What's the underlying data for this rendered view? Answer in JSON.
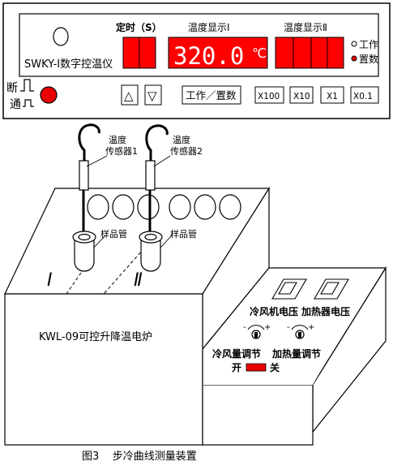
{
  "controller": {
    "timer_label": "定时（S）",
    "temp1_label": "温度显示Ⅰ",
    "temp2_label": "温度显示Ⅱ",
    "temp1_value": "320.0",
    "temp1_unit": "℃",
    "model_label": "SWKY-Ⅰ数字控温仪",
    "mode_work": "工作",
    "mode_set": "置数",
    "switch_off": "断",
    "switch_on": "通",
    "buttons": {
      "up": "△",
      "down": "▽",
      "work_set": "工作／置数",
      "x100": "X100",
      "x10": "X10",
      "x1": "X1",
      "x01": "X0.1"
    }
  },
  "furnace": {
    "sensor1_label_line1": "温度",
    "sensor1_label_line2": "传感器1",
    "sensor2_label_line1": "温度",
    "sensor2_label_line2": "传感器2",
    "sample_tube1": "样品管",
    "sample_tube2": "样品管",
    "roman1": "Ⅰ",
    "roman2": "Ⅱ",
    "furnace_name": "KWL-09可控升降温电炉",
    "fan_voltage": "冷风机电压",
    "heater_voltage": "加热器电压",
    "fan_adjust": "冷风量调节",
    "heat_adjust": "加热量调节",
    "switch_on": "开",
    "switch_off": "关",
    "knob_minus": "-",
    "knob_plus": "+"
  },
  "caption": "图3    步冷曲线测量装置",
  "colors": {
    "display_red": "#ff0000",
    "indicator_red": "#e80000",
    "lcd_text": "#ffffff"
  }
}
